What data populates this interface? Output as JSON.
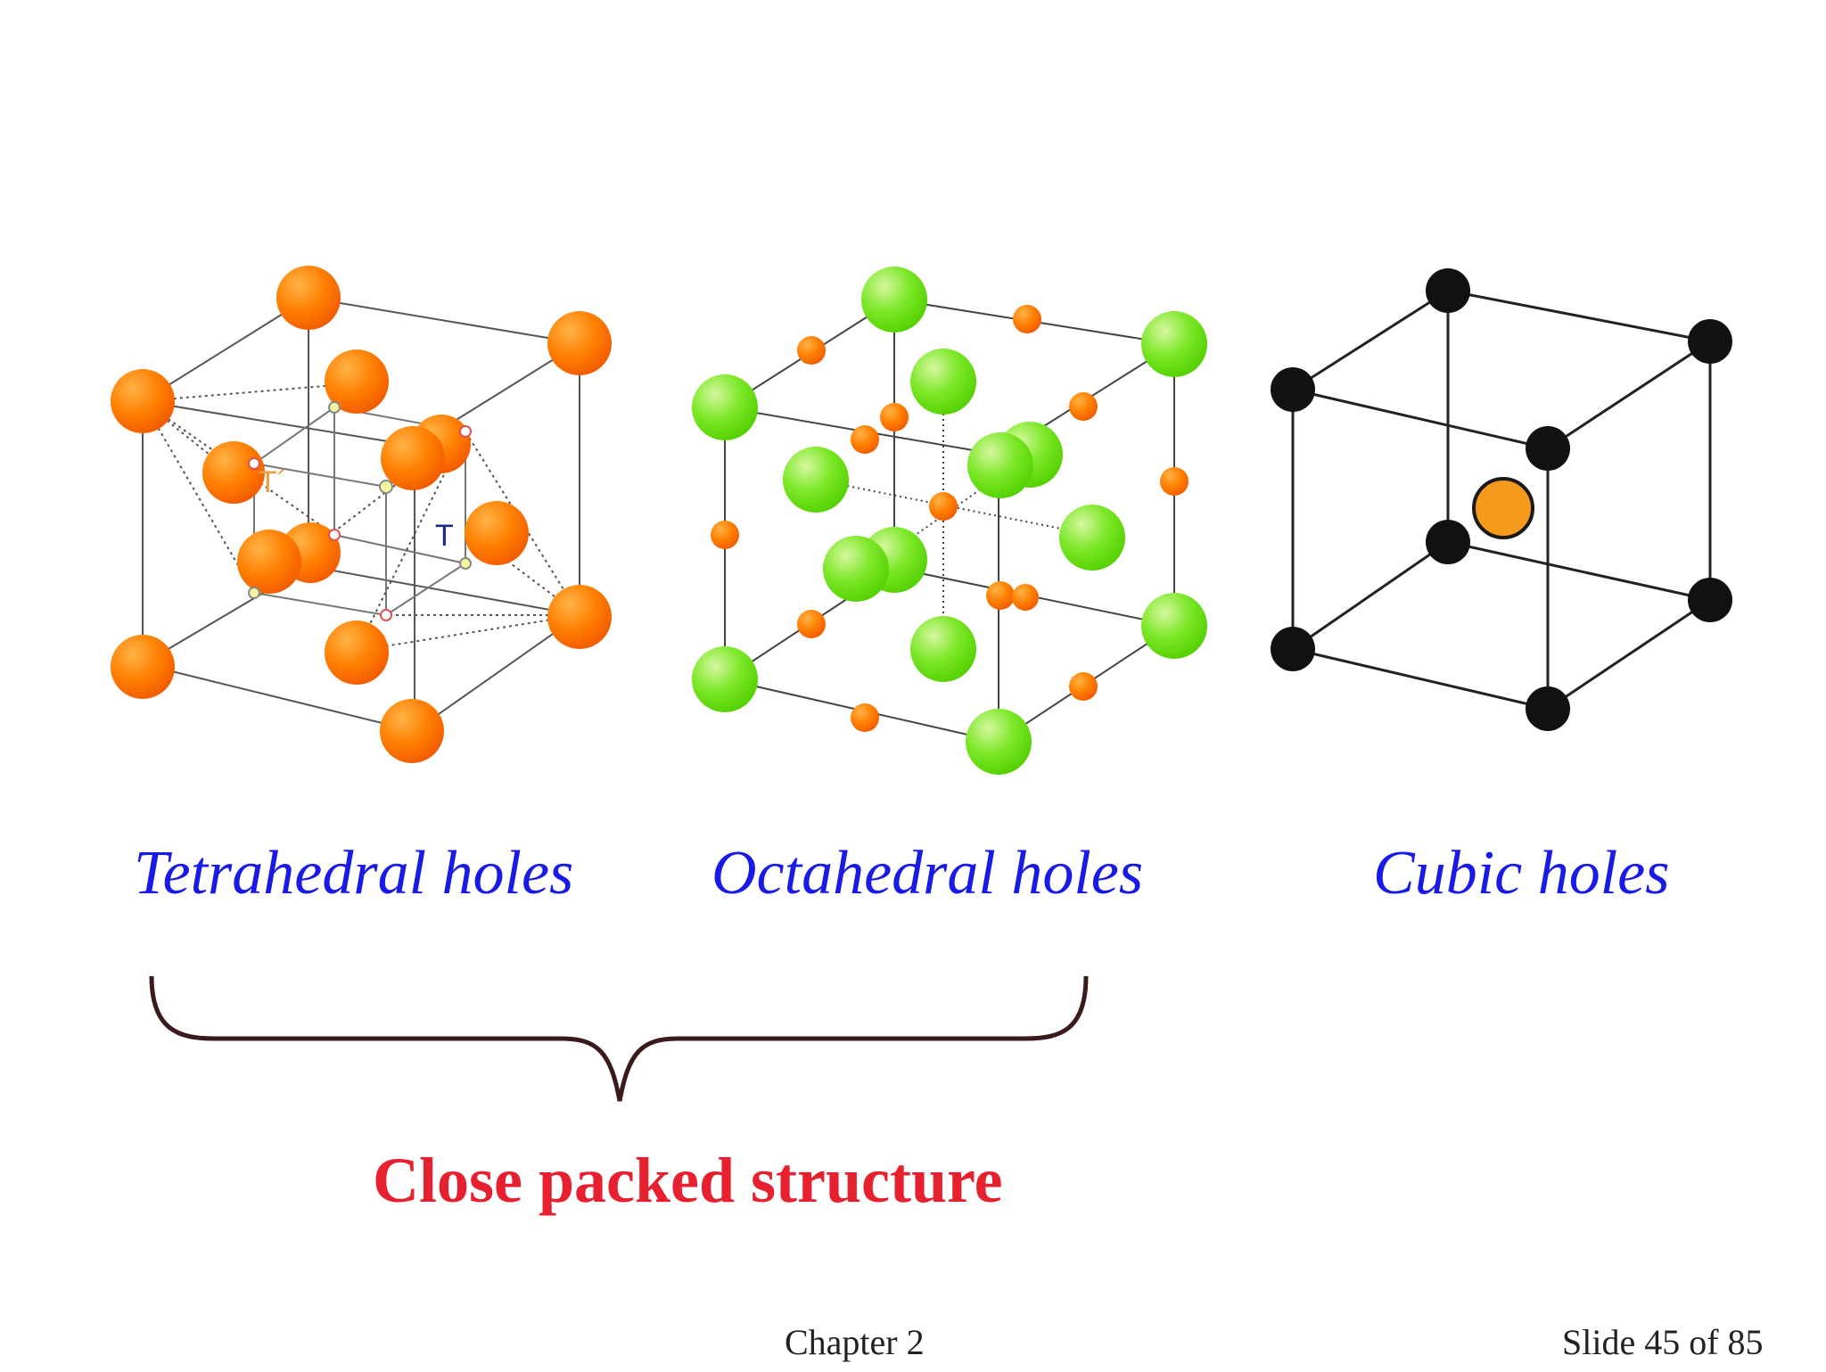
{
  "captions": {
    "tetrahedral": "Tetrahedral holes",
    "octahedral": "Octahedral holes",
    "cubic": "Cubic holes"
  },
  "diagram_labels": {
    "t_prime": "T´",
    "t": "T"
  },
  "brace_label": "Close packed structure",
  "footer": {
    "chapter": "Chapter 2",
    "slide": "Slide 45 of 85"
  },
  "colors": {
    "caption": "#1a1ae6",
    "brace_label": "#e6202f",
    "orange_sphere": "#ff7a00",
    "green_sphere": "#6fe21a",
    "black_sphere": "#111111",
    "brace": "#3a1a1a"
  }
}
